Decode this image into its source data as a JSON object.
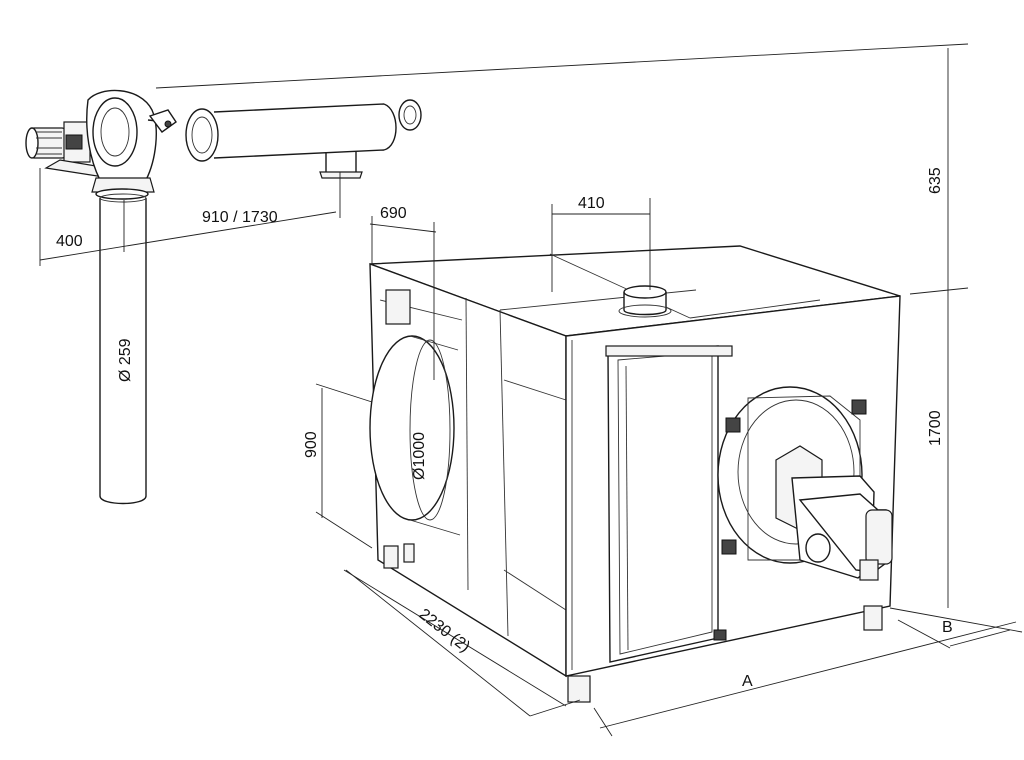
{
  "labels": {
    "dim_635": "635",
    "dim_1700": "1700",
    "dim_900": "900",
    "dim_2230": "2230 (2)",
    "dim_a": "A",
    "dim_b": "B",
    "dim_690": "690",
    "dim_410": "410",
    "dim_400": "400",
    "dim_910_1730": "910 / 1730",
    "dim_d259": "Ø 259",
    "dim_d1000": "Ø1000"
  },
  "colors": {
    "line": "#1a1a1a",
    "background": "#ffffff"
  }
}
